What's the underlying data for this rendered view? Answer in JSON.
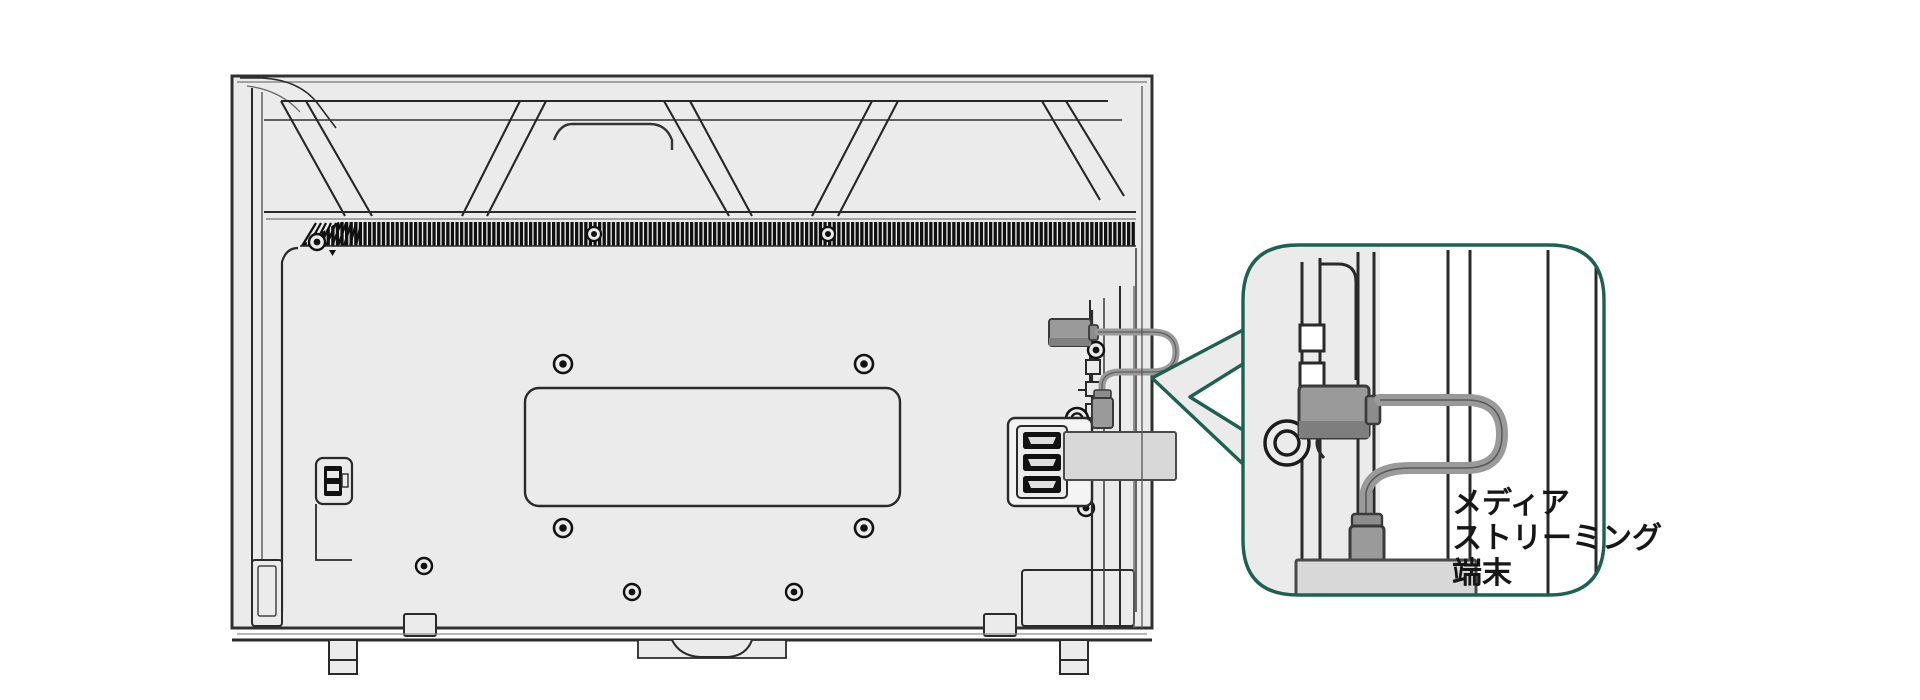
{
  "illustration": {
    "kind": "line-drawing",
    "subject": "tv-rear-panel-with-media-streaming-device",
    "background_color": "#ffffff",
    "panel_fill": "#ebebeb",
    "outline_color": "#1a1a1a",
    "callout_border_color": "#1d6152",
    "connector_body_color": "#8c8c8c",
    "connector_shade_color": "#707070",
    "cable_color": "#9a9a9a",
    "port_dark_color": "#111111",
    "device_fill": "#d8d8d8"
  },
  "callout": {
    "label_lines": [
      "メディア",
      "ストリーミング",
      "端末"
    ],
    "label_line_1": "メディア",
    "label_line_2": "ストリーミング",
    "label_line_3": "端末"
  },
  "tv": {
    "vent_count": 120,
    "vesa_screws": 4,
    "hdmi_ports": 3,
    "side_usb_ports": 1,
    "stand_feet": 2,
    "brace_panels": 4
  }
}
